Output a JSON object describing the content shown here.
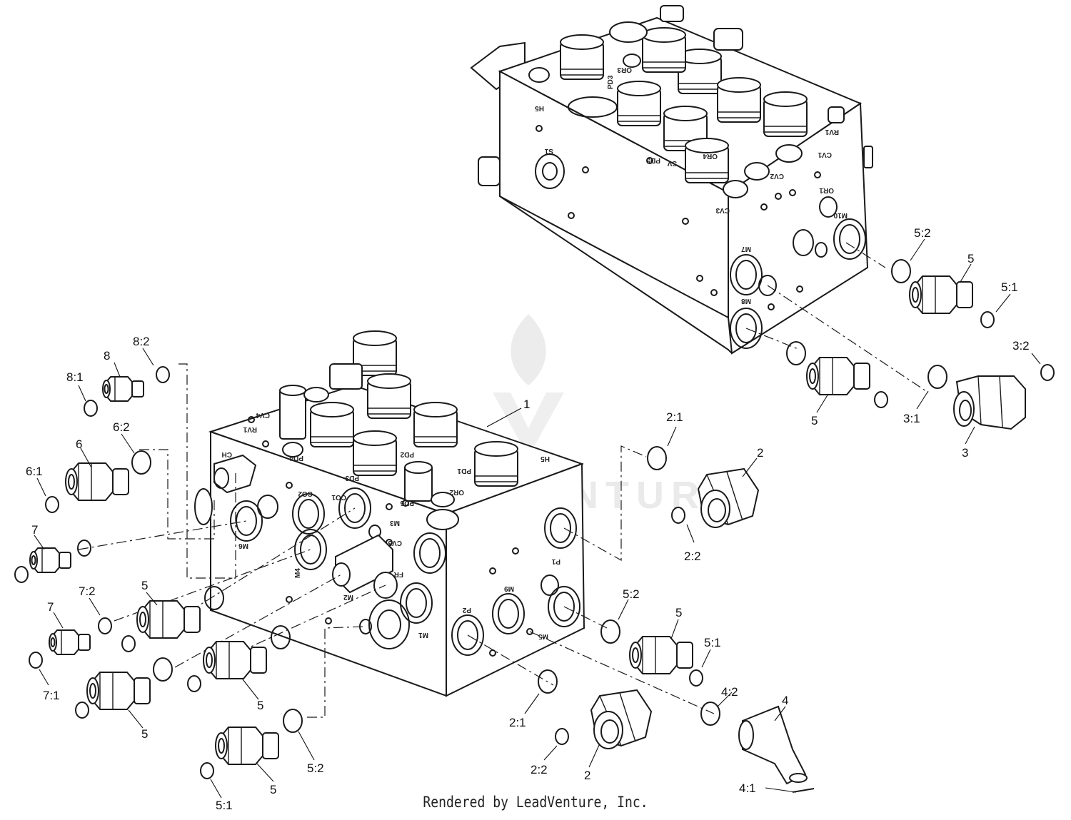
{
  "footer": "Rendered by LeadVenture, Inc.",
  "watermark": "LEADVENTURE",
  "colors": {
    "line": "#1a1a1a",
    "watermark": "#d9d9d9",
    "background": "#ffffff"
  },
  "callouts": [
    {
      "id": "1",
      "label": "1"
    },
    {
      "id": "2a",
      "label": "2"
    },
    {
      "id": "2-1a",
      "label": "2:1"
    },
    {
      "id": "2-2a",
      "label": "2:2"
    },
    {
      "id": "2b",
      "label": "2"
    },
    {
      "id": "2-1b",
      "label": "2:1"
    },
    {
      "id": "2-2b",
      "label": "2:2"
    },
    {
      "id": "3",
      "label": "3"
    },
    {
      "id": "3-1",
      "label": "3:1"
    },
    {
      "id": "3-2",
      "label": "3:2"
    },
    {
      "id": "4",
      "label": "4"
    },
    {
      "id": "4-1",
      "label": "4:1"
    },
    {
      "id": "4-2",
      "label": "4:2"
    },
    {
      "id": "5a",
      "label": "5"
    },
    {
      "id": "5-1a",
      "label": "5:1"
    },
    {
      "id": "5-2a",
      "label": "5:2"
    },
    {
      "id": "5b",
      "label": "5"
    },
    {
      "id": "5c",
      "label": "5"
    },
    {
      "id": "5-1c",
      "label": "5:1"
    },
    {
      "id": "5-2c",
      "label": "5:2"
    },
    {
      "id": "5d",
      "label": "5"
    },
    {
      "id": "5e",
      "label": "5"
    },
    {
      "id": "5f",
      "label": "5"
    },
    {
      "id": "5g",
      "label": "5"
    },
    {
      "id": "5-1g",
      "label": "5:1"
    },
    {
      "id": "5-2g",
      "label": "5:2"
    },
    {
      "id": "6",
      "label": "6"
    },
    {
      "id": "6-1",
      "label": "6:1"
    },
    {
      "id": "6-2",
      "label": "6:2"
    },
    {
      "id": "7a",
      "label": "7"
    },
    {
      "id": "7b",
      "label": "7"
    },
    {
      "id": "7-1",
      "label": "7:1"
    },
    {
      "id": "7-2",
      "label": "7:2"
    },
    {
      "id": "8",
      "label": "8"
    },
    {
      "id": "8-1",
      "label": "8:1"
    },
    {
      "id": "8-2",
      "label": "8:2"
    }
  ],
  "ports": [
    {
      "id": "H5t",
      "label": "H5"
    },
    {
      "id": "PD3t",
      "label": "PD3"
    },
    {
      "id": "OR3t",
      "label": "OR3"
    },
    {
      "id": "S1",
      "label": "S1"
    },
    {
      "id": "PD5",
      "label": "PD5"
    },
    {
      "id": "SVt",
      "label": "SV"
    },
    {
      "id": "OR4",
      "label": "OR4"
    },
    {
      "id": "RV1t",
      "label": "RV1"
    },
    {
      "id": "CV1",
      "label": "CV1"
    },
    {
      "id": "CV2",
      "label": "CV2"
    },
    {
      "id": "CV3",
      "label": "CV3"
    },
    {
      "id": "OR1",
      "label": "OR1"
    },
    {
      "id": "M10",
      "label": "M10"
    },
    {
      "id": "M7",
      "label": "M7"
    },
    {
      "id": "M8",
      "label": "M8"
    },
    {
      "id": "CH",
      "label": "CH"
    },
    {
      "id": "RV1b",
      "label": "RV1"
    },
    {
      "id": "CV4",
      "label": "CV4"
    },
    {
      "id": "CO2",
      "label": "CO2"
    },
    {
      "id": "CO1",
      "label": "CO1"
    },
    {
      "id": "PD4",
      "label": "PD4"
    },
    {
      "id": "PD3b",
      "label": "PD3"
    },
    {
      "id": "PD2",
      "label": "PD2"
    },
    {
      "id": "PD1",
      "label": "PD1"
    },
    {
      "id": "H5b",
      "label": "H5"
    },
    {
      "id": "PD6",
      "label": "PD6"
    },
    {
      "id": "OR2",
      "label": "OR2"
    },
    {
      "id": "M6",
      "label": "M6"
    },
    {
      "id": "M4",
      "label": "M4"
    },
    {
      "id": "M3",
      "label": "M3"
    },
    {
      "id": "CV5",
      "label": "CV5"
    },
    {
      "id": "FR",
      "label": "FR"
    },
    {
      "id": "M2",
      "label": "M2"
    },
    {
      "id": "M1",
      "label": "M1"
    },
    {
      "id": "P1",
      "label": "P1"
    },
    {
      "id": "P2",
      "label": "P2"
    },
    {
      "id": "M9",
      "label": "M9"
    },
    {
      "id": "M5",
      "label": "M5"
    }
  ]
}
